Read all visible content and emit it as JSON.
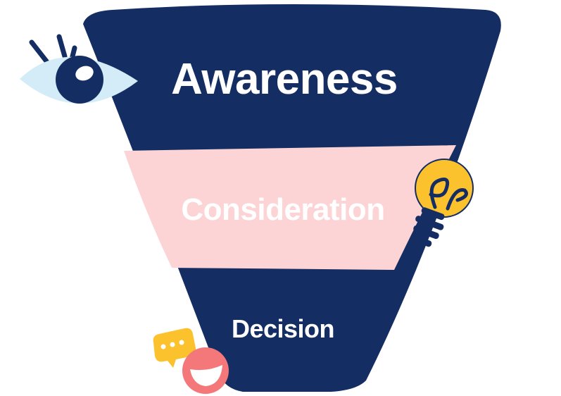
{
  "funnel": {
    "stages": [
      {
        "label": "Awareness",
        "color": "#142e63"
      },
      {
        "label": "Consideration",
        "color": "#fdd4d6"
      },
      {
        "label": "Decision",
        "color": "#142e63"
      }
    ]
  },
  "icons": {
    "eye": "eye-icon",
    "lightbulb": "lightbulb-icon",
    "chat": "chat-bubble-icon",
    "smiley": "smiling-face-icon"
  },
  "colors": {
    "navy": "#142e63",
    "pink": "#fdd4d6",
    "light_blue": "#d3ecf8",
    "yellow": "#fcc22e",
    "coral": "#f4777a"
  }
}
